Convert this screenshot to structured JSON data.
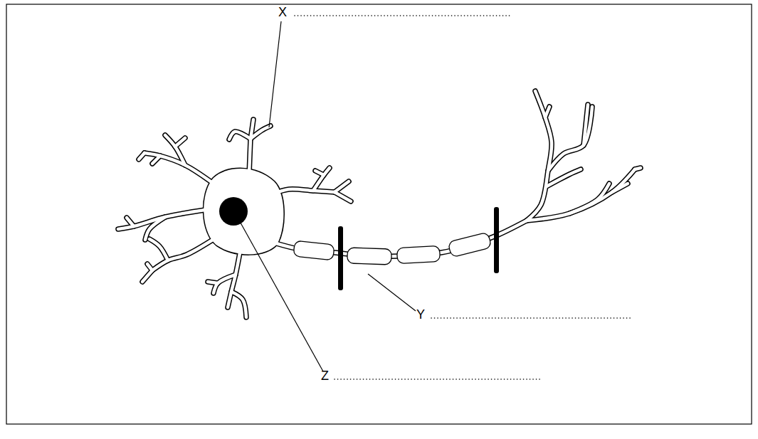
{
  "diagram": {
    "labels": [
      "X",
      "Y",
      "Z"
    ]
  }
}
